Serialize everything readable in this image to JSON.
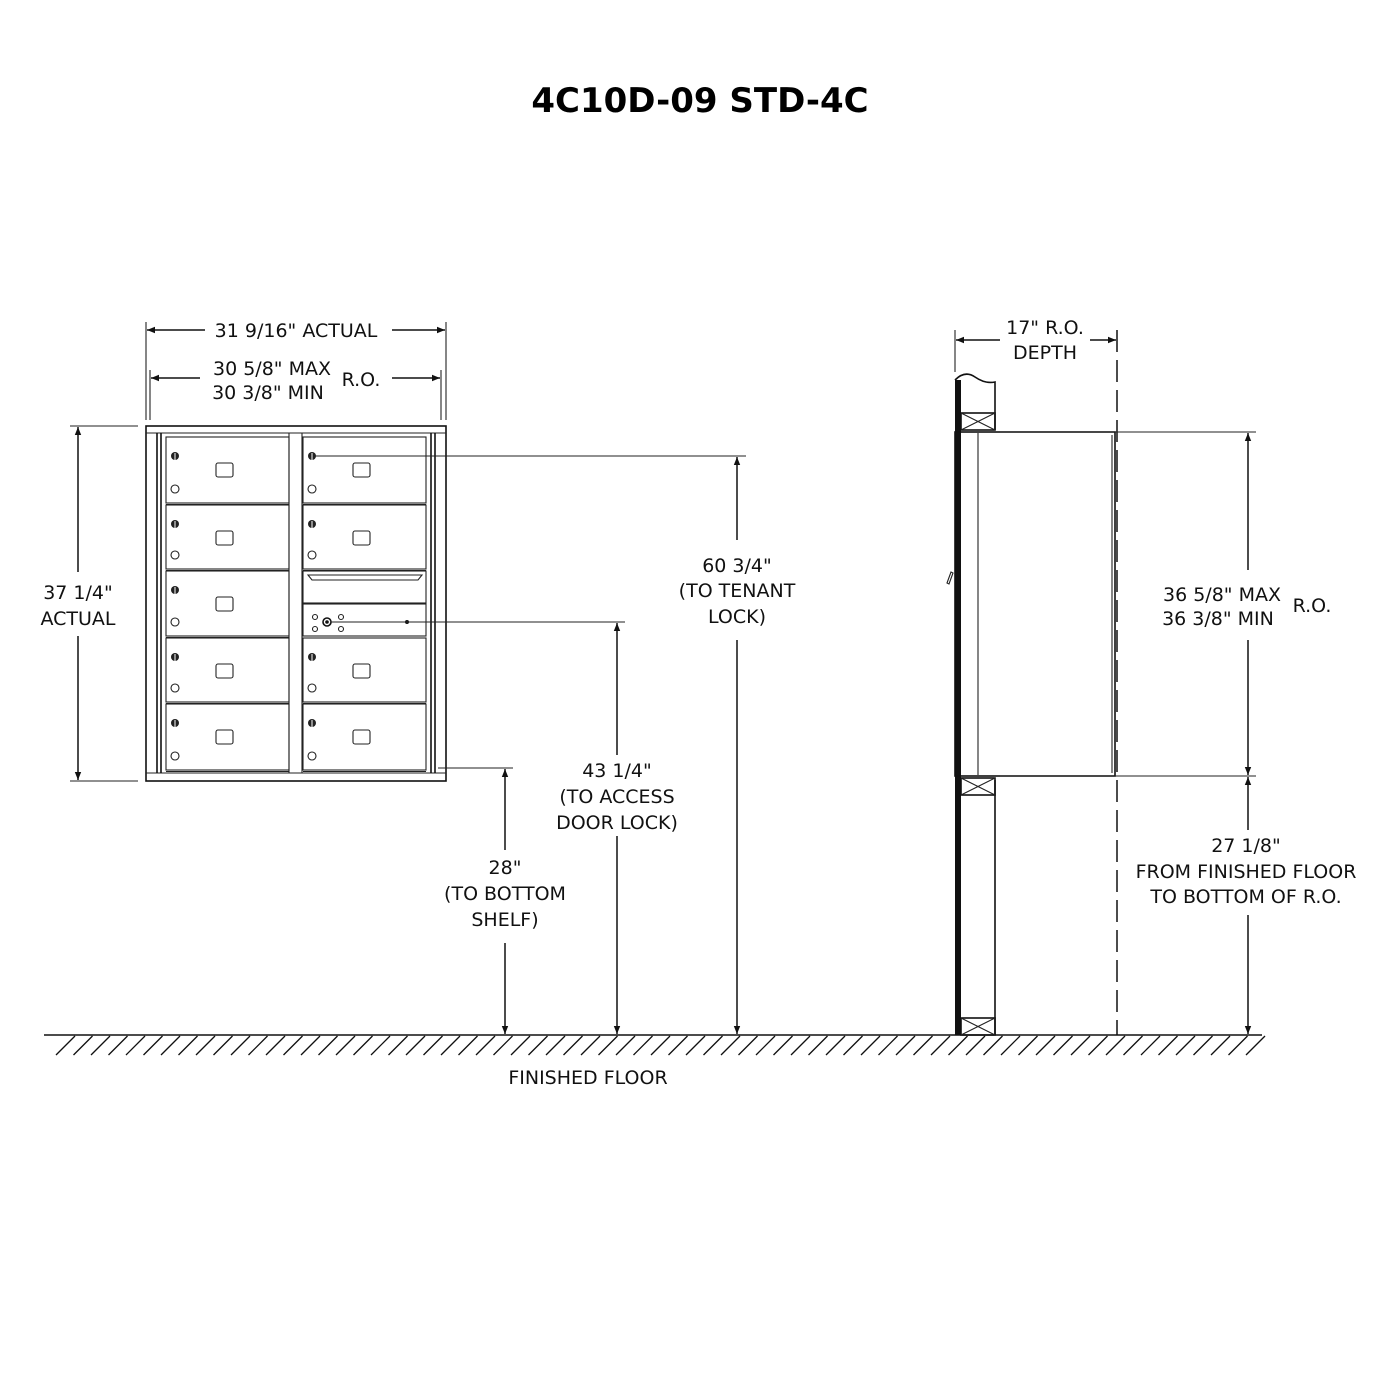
{
  "title": "4C10D-09 STD-4C",
  "front_view": {
    "width_actual": "31 9/16\" ACTUAL",
    "ro_width_max": "30 5/8\" MAX",
    "ro_width_min": "30 3/8\" MIN",
    "ro_width_label": "R.O.",
    "height_actual_value": "37 1/4\"",
    "height_actual_label": "ACTUAL",
    "tenant_lock": [
      "60 3/4\"",
      "(TO TENANT",
      "LOCK)"
    ],
    "access_lock": [
      "43 1/4\"",
      "(TO ACCESS",
      "DOOR LOCK)"
    ],
    "bottom_shelf": [
      "28\"",
      "(TO BOTTOM",
      "SHELF)"
    ],
    "floor_label": "FINISHED FLOOR"
  },
  "side_view": {
    "depth": [
      "17\" R.O.",
      "DEPTH"
    ],
    "ro_height_max": "36 5/8\" MAX",
    "ro_height_min": "36 3/8\" MIN",
    "ro_height_label": "R.O.",
    "floor_to_ro": [
      "27 1/8\"",
      "FROM FINISHED FLOOR",
      "TO BOTTOM OF R.O."
    ]
  }
}
